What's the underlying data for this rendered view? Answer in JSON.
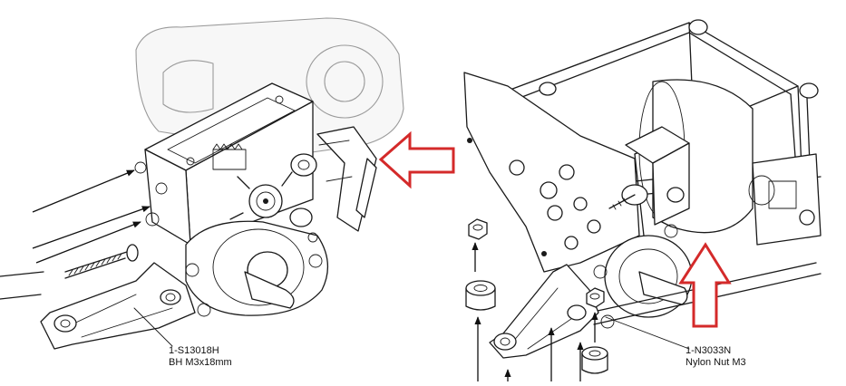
{
  "callouts": {
    "left": {
      "part_number": "1-S13018H",
      "description": "BH M3x18mm"
    },
    "right": {
      "part_number": "1-N3033N",
      "description": "Nylon Nut M3"
    }
  },
  "colors": {
    "indicator_arrow": "#d42a2a",
    "line_art": "#1a1a1a",
    "ghost_part": "#9a9a9a"
  },
  "icons": {
    "left_indicator": "red-arrow-left-icon",
    "right_indicator": "red-arrow-up-icon"
  }
}
